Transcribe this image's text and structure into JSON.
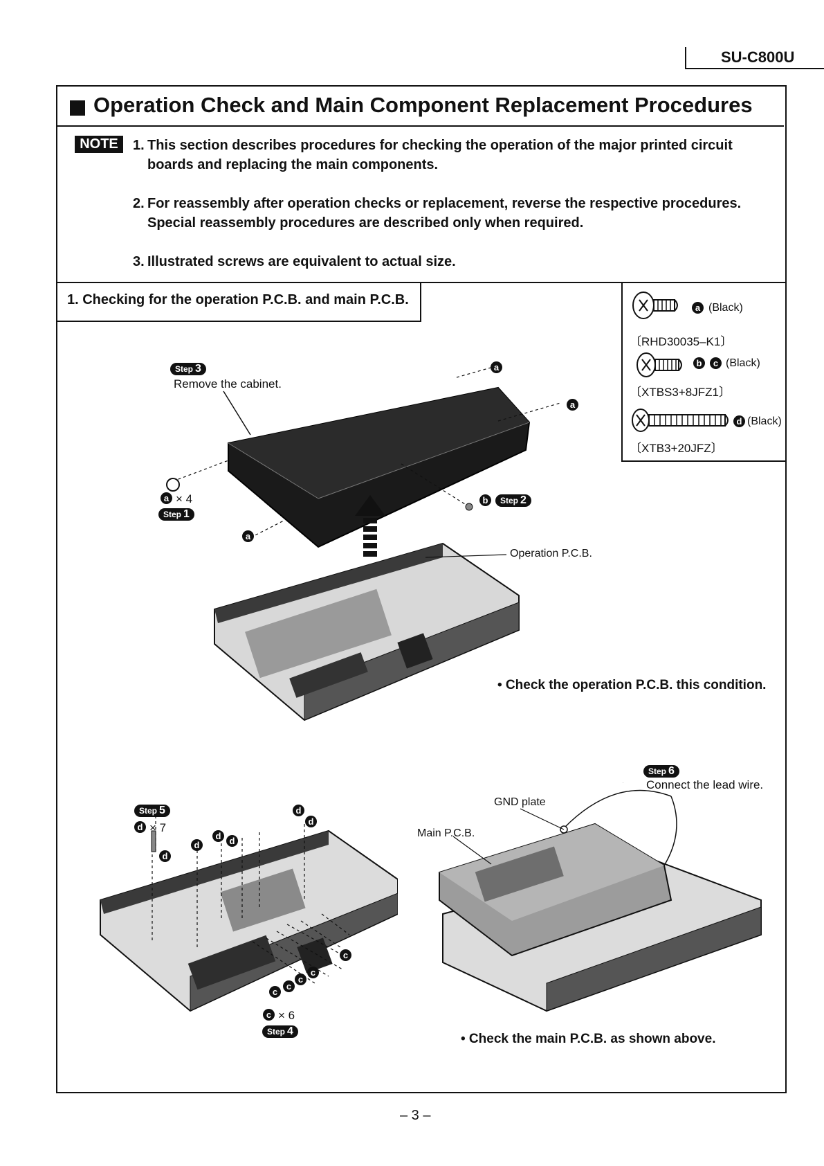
{
  "header": {
    "model": "SU-C800U"
  },
  "title": "Operation Check and Main Component Replacement Procedures",
  "note": {
    "badge": "NOTE",
    "items": [
      {
        "num": "1.",
        "text": "This section describes procedures for checking the operation of the major printed circuit boards and replacing the main components."
      },
      {
        "num": "2.",
        "text": "For reassembly after operation checks or replacement, reverse the respective procedures. Special reassembly procedures are described only when required."
      },
      {
        "num": "3.",
        "text": "Illustrated screws are equivalent to actual size."
      }
    ]
  },
  "section": {
    "heading": "1. Checking for the operation P.C.B. and main P.C.B."
  },
  "screws": [
    {
      "letters": "a",
      "color": "(Black)",
      "part": "〔RHD30035–K1〕"
    },
    {
      "letters": "b,c",
      "color": "(Black)",
      "part": "〔XTBS3+8JFZ1〕"
    },
    {
      "letters": "d",
      "color": "(Black)",
      "part": "〔XTB3+20JFZ〕"
    }
  ],
  "figure1": {
    "step3_label": "Step",
    "step3_num": "3",
    "step3_text": "Remove the cabinet.",
    "step1_label": "Step",
    "step1_num": "1",
    "a_count": "× 4",
    "step2_label": "Step",
    "step2_num": "2",
    "operation_pcb": "Operation P.C.B.",
    "caption": "• Check the operation P.C.B. this condition."
  },
  "figure2": {
    "step5_label": "Step",
    "step5_num": "5",
    "d_count": "× 7",
    "c_count": "× 6",
    "step4_label": "Step",
    "step4_num": "4"
  },
  "figure3": {
    "step6_label": "Step",
    "step6_num": "6",
    "step6_text": "Connect the lead wire.",
    "gnd_plate": "GND plate",
    "main_pcb": "Main P.C.B.",
    "caption": "• Check the main P.C.B. as shown above."
  },
  "letters": {
    "a": "a",
    "b": "b",
    "c": "c",
    "d": "d"
  },
  "footer": {
    "page": "– 3 –"
  }
}
